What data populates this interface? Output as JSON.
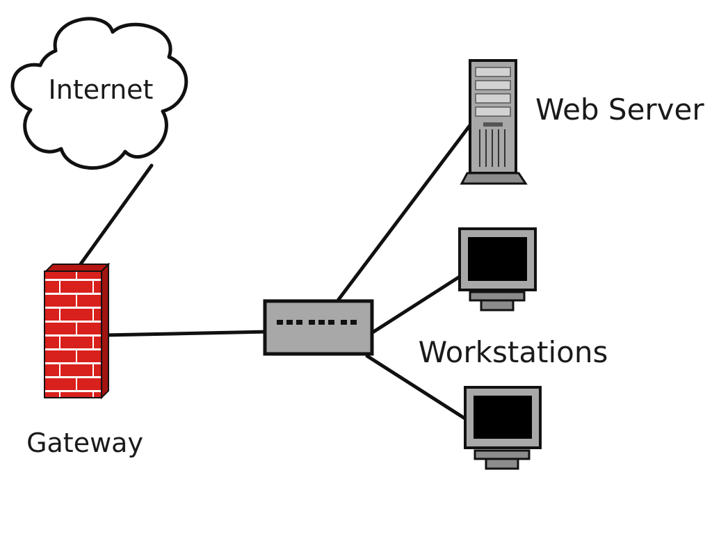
{
  "nodes": {
    "internet": {
      "label": "Internet",
      "icon": "cloud-icon"
    },
    "gateway": {
      "label": "Gateway",
      "icon": "firewall-icon"
    },
    "switch": {
      "icon": "network-switch-icon"
    },
    "web_server": {
      "label": "Web Server",
      "icon": "server-tower-icon"
    },
    "workstations": {
      "label": "Workstations",
      "icon": "monitor-icon"
    }
  },
  "links": [
    {
      "from": "internet",
      "to": "gateway"
    },
    {
      "from": "gateway",
      "to": "switch"
    },
    {
      "from": "switch",
      "to": "web_server"
    },
    {
      "from": "switch",
      "to": "workstations"
    },
    {
      "from": "switch",
      "to": "workstations"
    }
  ],
  "colors": {
    "firewall_brick": "#d8201c",
    "device_gray": "#a8a8a8",
    "screen": "#000000",
    "line": "#111111"
  }
}
